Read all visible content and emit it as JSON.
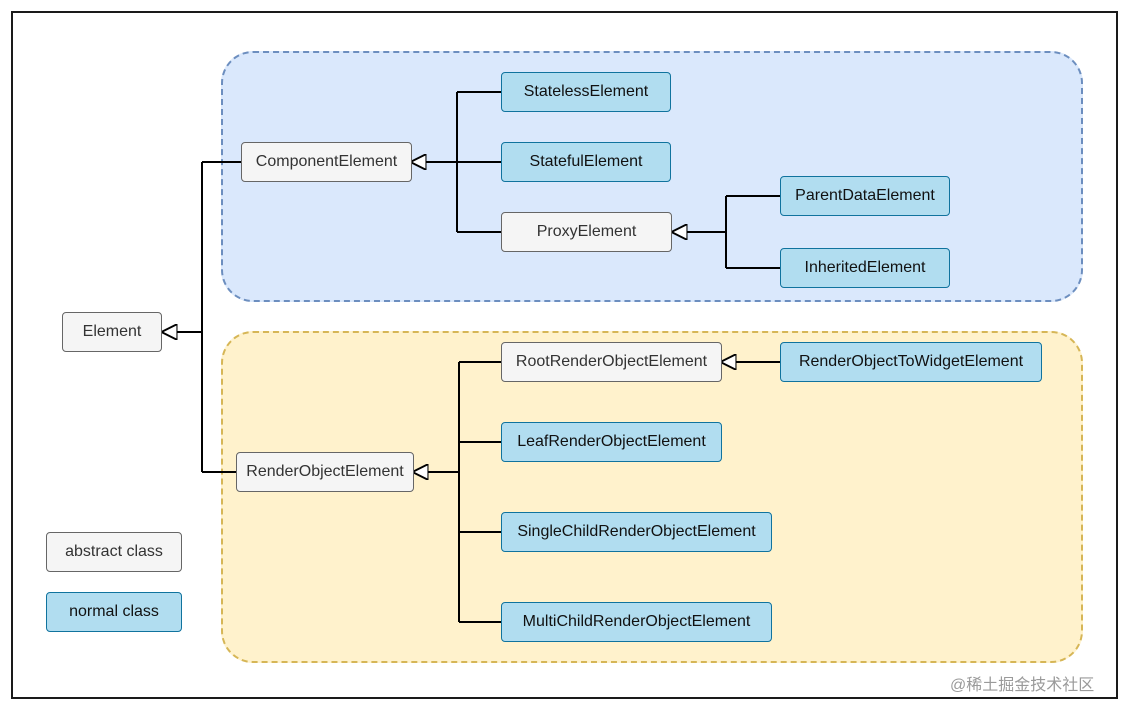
{
  "nodes": {
    "element": "Element",
    "component_element": "ComponentElement",
    "stateless_element": "StatelessElement",
    "stateful_element": "StatefulElement",
    "proxy_element": "ProxyElement",
    "parent_data_element": "ParentDataElement",
    "inherited_element": "InheritedElement",
    "render_object_element": "RenderObjectElement",
    "root_render_object_element": "RootRenderObjectElement",
    "render_object_to_widget_element": "RenderObjectToWidgetElement",
    "leaf_render_object_element": "LeafRenderObjectElement",
    "single_child_render_object_element": "SingleChildRenderObjectElement",
    "multi_child_render_object_element": "MultiChildRenderObjectElement"
  },
  "legend": {
    "abstract_label": "abstract class",
    "normal_label": "normal class"
  },
  "watermark": "@稀土掘金技术社区",
  "colors": {
    "abstract_fill": "#f5f5f5",
    "normal_fill": "#b1ddf0",
    "component_group_fill": "#dae8fc",
    "render_group_fill": "#fff2cc"
  }
}
